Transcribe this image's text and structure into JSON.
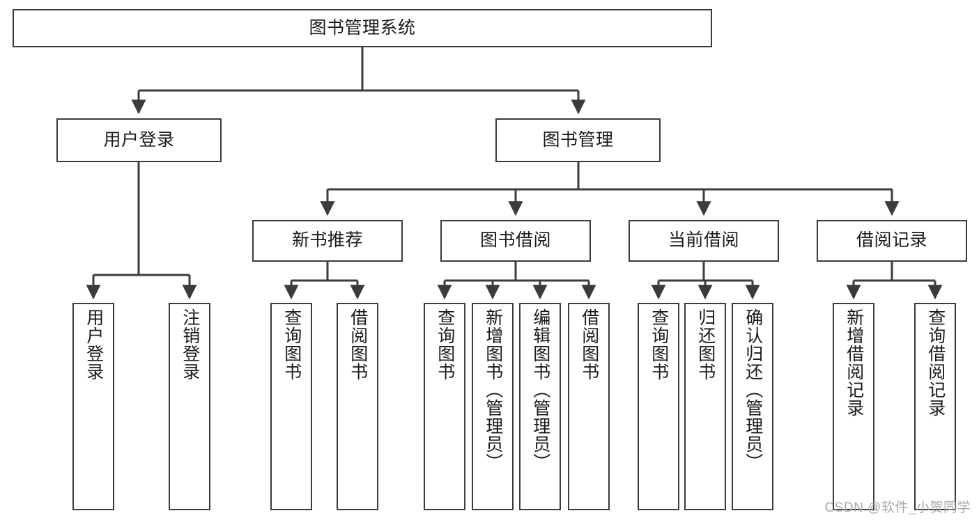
{
  "diagram": {
    "title": "图书管理系统",
    "watermark": "CSDN @软件_小贺同学",
    "line_color": "#3b3b3b",
    "background_color": "#ffffff",
    "text_color": "#1a1a1a",
    "type": "tree",
    "root": {
      "label": "图书管理系统"
    },
    "level2": [
      {
        "label": "用户登录"
      },
      {
        "label": "图书管理"
      }
    ],
    "level3": [
      {
        "label": "新书推荐"
      },
      {
        "label": "图书借阅"
      },
      {
        "label": "当前借阅"
      },
      {
        "label": "借阅记录"
      }
    ],
    "leaves": {
      "user_login": [
        {
          "label": "用户登录"
        },
        {
          "label": "注销登录"
        }
      ],
      "new_book_recommend": [
        {
          "label": "查询图书"
        },
        {
          "label": "借阅图书"
        }
      ],
      "book_borrow": [
        {
          "label": "查询图书"
        },
        {
          "label": "新增图书（管理员）"
        },
        {
          "label": "编辑图书（管理员）"
        },
        {
          "label": "借阅图书"
        }
      ],
      "current_borrow": [
        {
          "label": "查询图书"
        },
        {
          "label": "归还图书"
        },
        {
          "label": "确认归还（管理员）"
        }
      ],
      "borrow_record": [
        {
          "label": "新增借阅记录"
        },
        {
          "label": "查询借阅记录"
        }
      ]
    }
  }
}
